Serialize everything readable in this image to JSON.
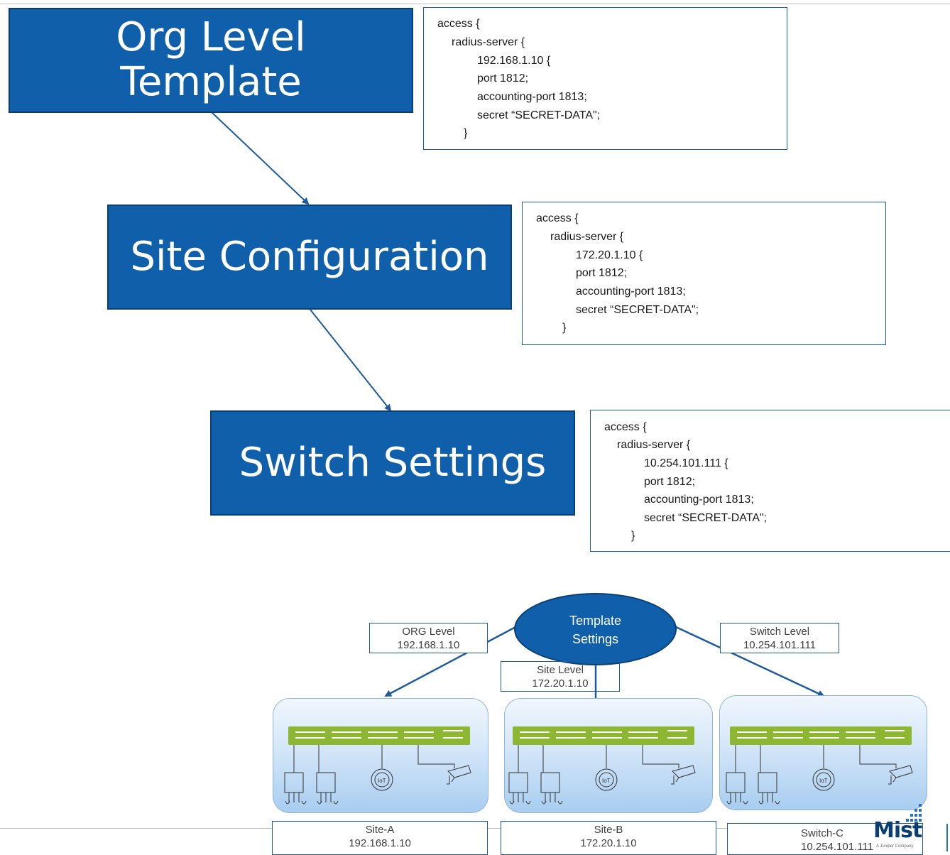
{
  "levels": {
    "org": {
      "title_line1": "Org Level",
      "title_line2": "Template"
    },
    "site": {
      "title": "Site Configuration"
    },
    "switch": {
      "title": "Switch Settings"
    }
  },
  "configs": {
    "org": {
      "l1": "access {",
      "l2": "radius-server {",
      "l3": "192.168.1.10 {",
      "l4": "port 1812;",
      "l5": "accounting-port 1813;",
      "l6": "secret “SECRET-DATA\";",
      "l7": "}"
    },
    "site": {
      "l1": "access {",
      "l2": "radius-server {",
      "l3": "172.20.1.10 {",
      "l4": "port 1812;",
      "l5": "accounting-port 1813;",
      "l6": "secret “SECRET-DATA\";",
      "l7": "}"
    },
    "switch": {
      "l1": "access {",
      "l2": "radius-server {",
      "l3": "10.254.101.111 {",
      "l4": "port 1812;",
      "l5": "accounting-port 1813;",
      "l6": "secret “SECRET-DATA\";",
      "l7": "}"
    }
  },
  "hub": {
    "line1": "Template",
    "line2": "Settings"
  },
  "edge_labels": {
    "org": {
      "line1": "ORG Level",
      "line2": "192.168.1.10"
    },
    "site": {
      "line1": "Site Level",
      "line2": "172.20.1.10"
    },
    "switch": {
      "line1": "Switch Level",
      "line2": "10.254.101.111"
    }
  },
  "sites": [
    {
      "name": "Site-A",
      "ip": "192.168.1.10"
    },
    {
      "name": "Site-B",
      "ip": "172.20.1.10"
    },
    {
      "name": "Switch-C",
      "ip": "10.254.101.111"
    }
  ],
  "iot_label": "IoT",
  "logo": {
    "name": "Mist",
    "tagline": "A Juniper Company"
  },
  "colors": {
    "box_fill": "#0f5fab",
    "line": "#1e5b9e",
    "switch_green": "#8db633",
    "hub_fill": "#0f5fab"
  }
}
